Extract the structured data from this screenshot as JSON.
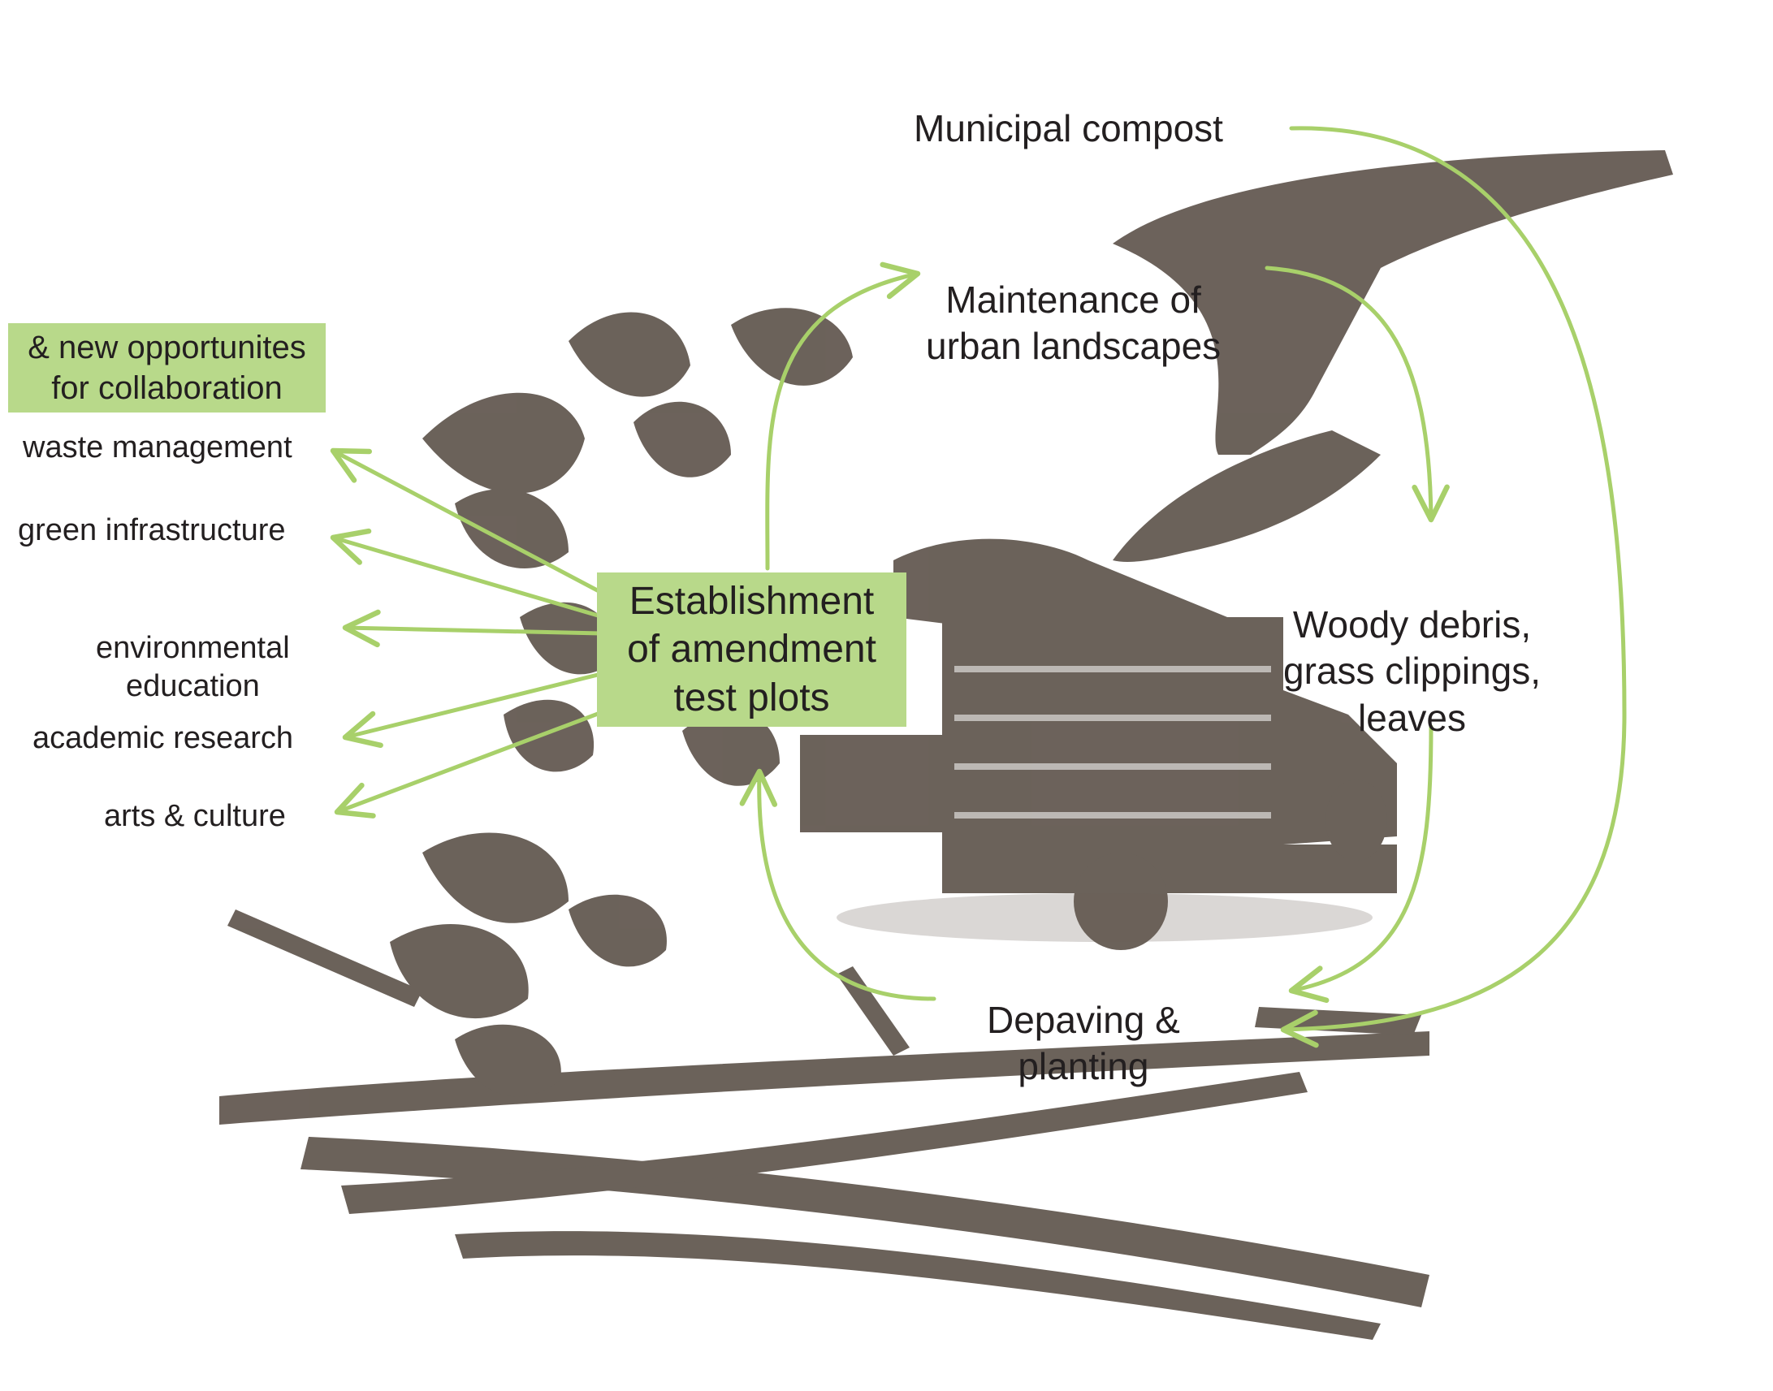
{
  "nodes": {
    "municipal_compost": "Municipal compost",
    "maintenance": "Maintenance of\nurban landscapes",
    "woody_debris": "Woody debris,\ngrass clippings,\nleaves",
    "depaving": "Depaving &\nplanting",
    "establishment": "Establishment\nof amendment\ntest plots"
  },
  "collaboration": {
    "heading": "& new opportunites\nfor collaboration",
    "items": [
      "waste management",
      "green infrastructure",
      "environmental\neducation",
      "academic research",
      "arts & culture"
    ]
  },
  "colors": {
    "arrow": "#a8d06a",
    "highlight": "#b8d98a",
    "illustration": "#5f554d",
    "text": "#231f20"
  },
  "illustrations": [
    "vine-leaves",
    "hand-trowel",
    "dump-truck",
    "branches"
  ]
}
